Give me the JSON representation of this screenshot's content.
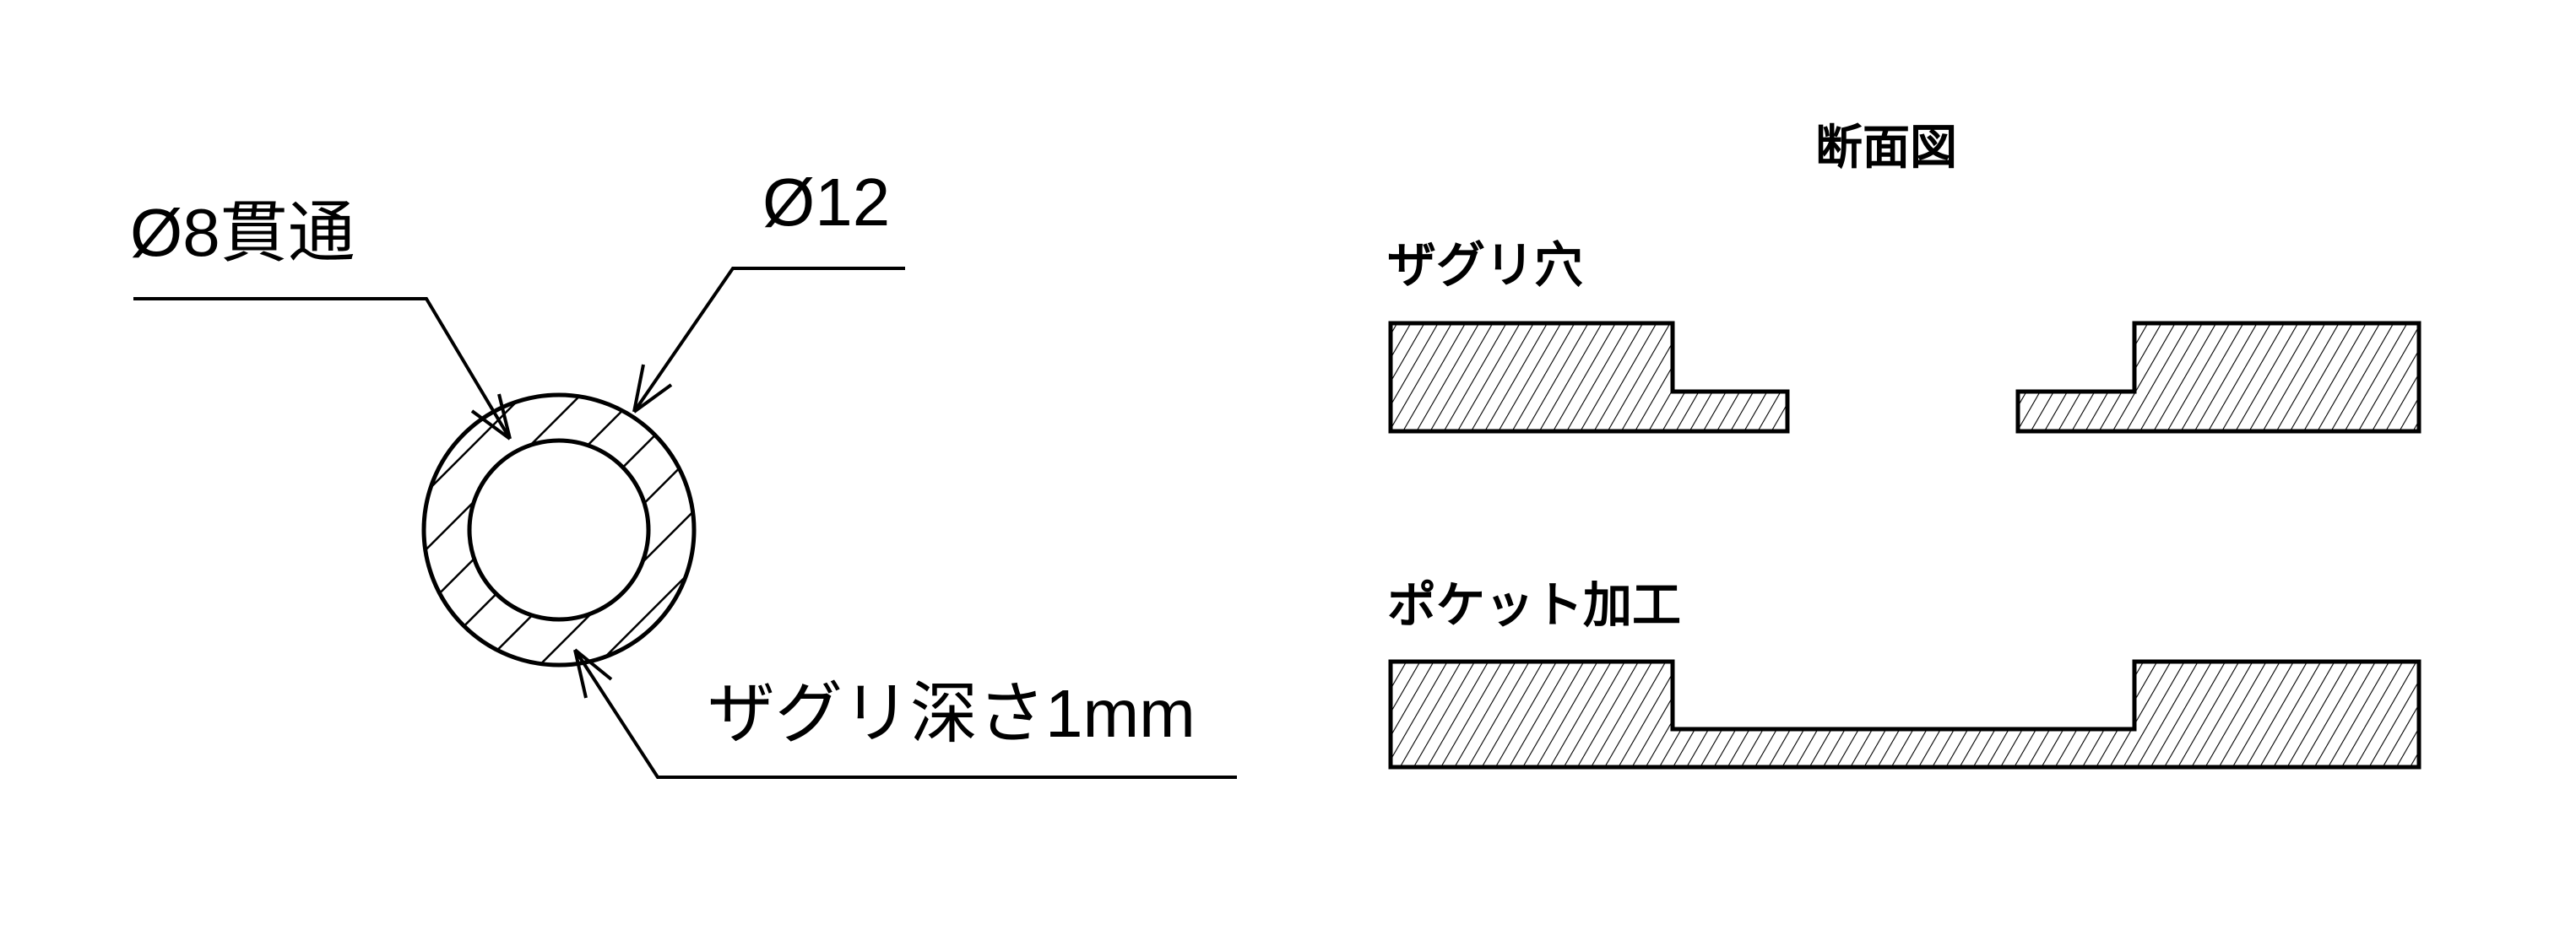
{
  "plan_view": {
    "through_hole_label": "Ø8貫通",
    "counterbore_diameter_label": "Ø12",
    "counterbore_depth_label": "ザグリ深さ1mm"
  },
  "section_view": {
    "title": "断面図",
    "counterbore_label": "ザグリ穴",
    "pocket_label": "ポケット加工"
  },
  "colors": {
    "line": "#000000",
    "background": "#ffffff"
  }
}
